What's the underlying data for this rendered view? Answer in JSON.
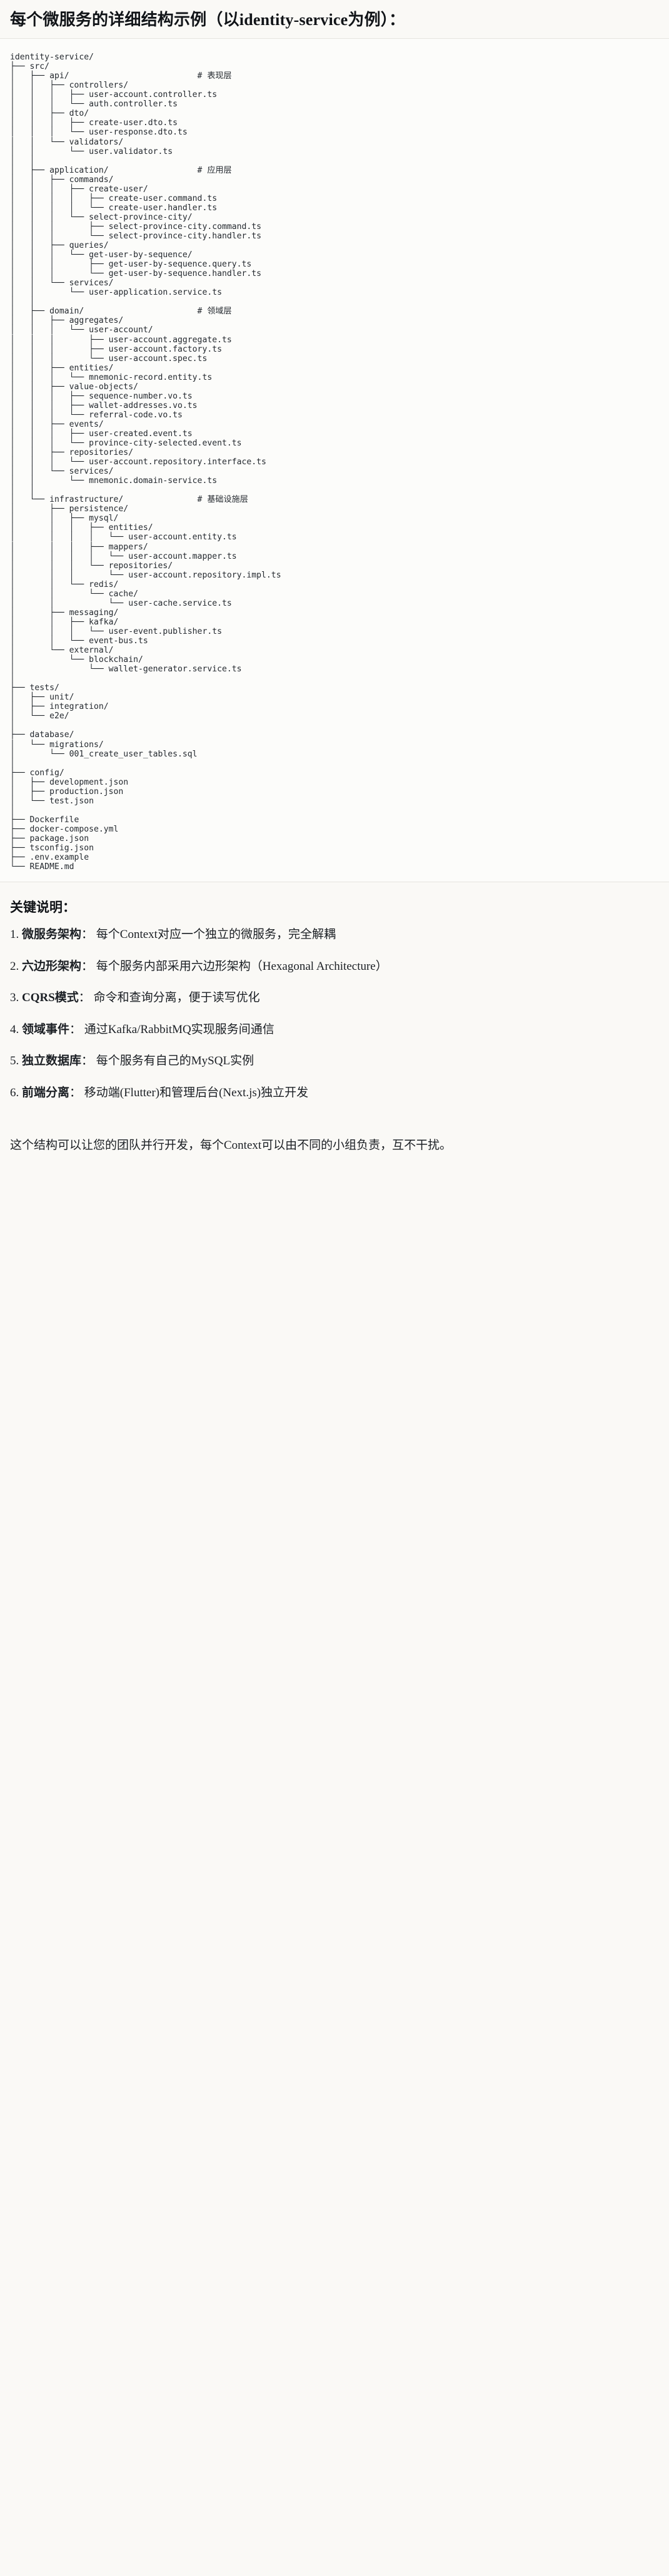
{
  "header": {
    "title": "每个微服务的详细结构示例（以identity-service为例）："
  },
  "tree": {
    "text": "identity-service/\n├── src/\n│   ├── api/                          # 表现层\n│   │   ├── controllers/\n│   │   │   ├── user-account.controller.ts\n│   │   │   └── auth.controller.ts\n│   │   ├── dto/\n│   │   │   ├── create-user.dto.ts\n│   │   │   └── user-response.dto.ts\n│   │   └── validators/\n│   │       └── user.validator.ts\n│   │\n│   ├── application/                  # 应用层\n│   │   ├── commands/\n│   │   │   ├── create-user/\n│   │   │   │   ├── create-user.command.ts\n│   │   │   │   └── create-user.handler.ts\n│   │   │   └── select-province-city/\n│   │   │       ├── select-province-city.command.ts\n│   │   │       └── select-province-city.handler.ts\n│   │   ├── queries/\n│   │   │   └── get-user-by-sequence/\n│   │   │       ├── get-user-by-sequence.query.ts\n│   │   │       └── get-user-by-sequence.handler.ts\n│   │   └── services/\n│   │       └── user-application.service.ts\n│   │\n│   ├── domain/                       # 领域层\n│   │   ├── aggregates/\n│   │   │   └── user-account/\n│   │   │       ├── user-account.aggregate.ts\n│   │   │       ├── user-account.factory.ts\n│   │   │       └── user-account.spec.ts\n│   │   ├── entities/\n│   │   │   └── mnemonic-record.entity.ts\n│   │   ├── value-objects/\n│   │   │   ├── sequence-number.vo.ts\n│   │   │   ├── wallet-addresses.vo.ts\n│   │   │   └── referral-code.vo.ts\n│   │   ├── events/\n│   │   │   ├── user-created.event.ts\n│   │   │   └── province-city-selected.event.ts\n│   │   ├── repositories/\n│   │   │   └── user-account.repository.interface.ts\n│   │   └── services/\n│   │       └── mnemonic.domain-service.ts\n│   │\n│   └── infrastructure/               # 基础设施层\n│       ├── persistence/\n│       │   ├── mysql/\n│       │   │   ├── entities/\n│       │   │   │   └── user-account.entity.ts\n│       │   │   ├── mappers/\n│       │   │   │   └── user-account.mapper.ts\n│       │   │   └── repositories/\n│       │   │       └── user-account.repository.impl.ts\n│       │   └── redis/\n│       │       └── cache/\n│       │           └── user-cache.service.ts\n│       ├── messaging/\n│       │   ├── kafka/\n│       │   │   └── user-event.publisher.ts\n│       │   └── event-bus.ts\n│       └── external/\n│           └── blockchain/\n│               └── wallet-generator.service.ts\n│\n├── tests/\n│   ├── unit/\n│   ├── integration/\n│   └── e2e/\n│\n├── database/\n│   └── migrations/\n│       └── 001_create_user_tables.sql\n│\n├── config/\n│   ├── development.json\n│   ├── production.json\n│   └── test.json\n│\n├── Dockerfile\n├── docker-compose.yml\n├── package.json\n├── tsconfig.json\n├── .env.example\n└── README.md"
  },
  "notes": {
    "heading": "关键说明：",
    "items": [
      {
        "num": "1.",
        "term": "微服务架构",
        "sep": "：",
        "desc": "每个Context对应一个独立的微服务，完全解耦"
      },
      {
        "num": "2.",
        "term": "六边形架构",
        "sep": "：",
        "desc": "每个服务内部采用六边形架构（Hexagonal Architecture）"
      },
      {
        "num": "3.",
        "term": "CQRS模式",
        "sep": "：",
        "desc": "命令和查询分离，便于读写优化"
      },
      {
        "num": "4.",
        "term": "领域事件",
        "sep": "：",
        "desc": "通过Kafka/RabbitMQ实现服务间通信"
      },
      {
        "num": "5.",
        "term": "独立数据库",
        "sep": "：",
        "desc": "每个服务有自己的MySQL实例"
      },
      {
        "num": "6.",
        "term": "前端分离",
        "sep": "：",
        "desc": "移动端(Flutter)和管理后台(Next.js)独立开发"
      }
    ],
    "outro": "这个结构可以让您的团队并行开发，每个Context可以由不同的小组负责，互不干扰。"
  }
}
